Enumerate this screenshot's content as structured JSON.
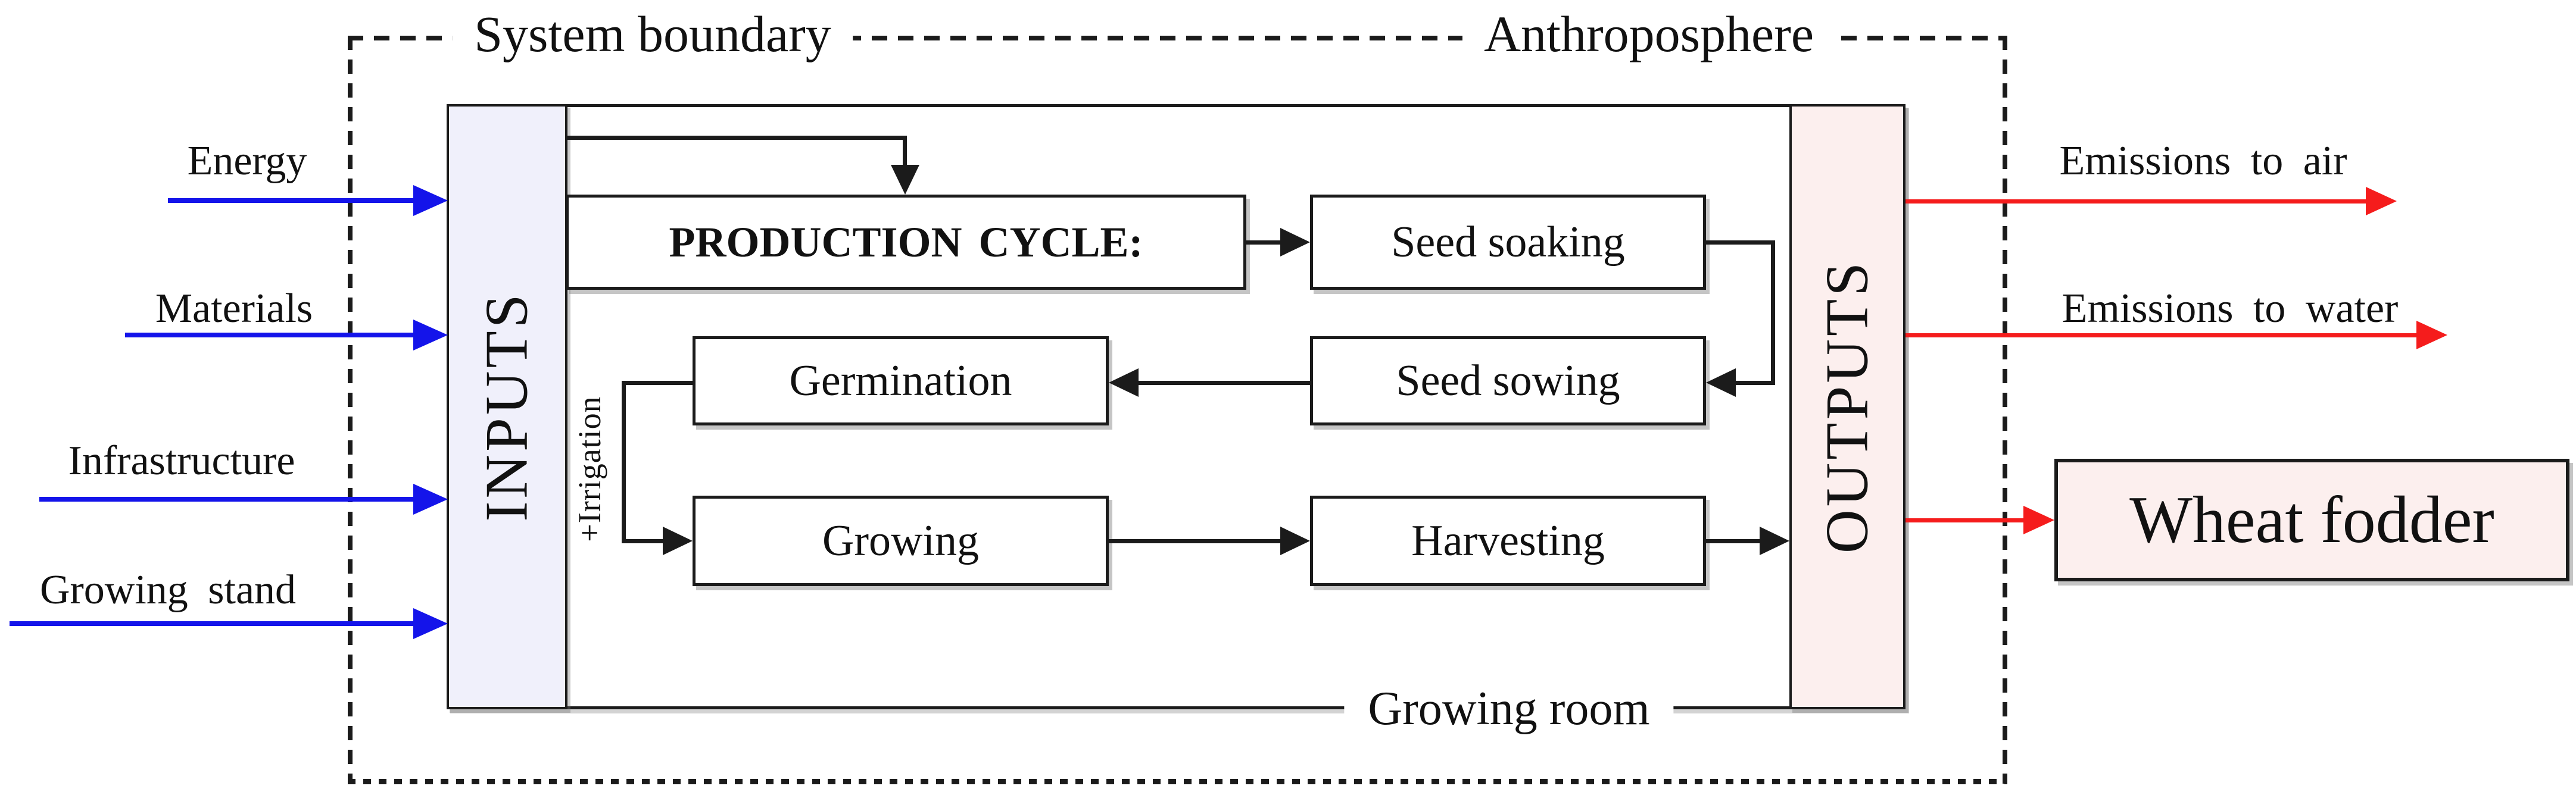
{
  "boundary": {
    "system_boundary": "System boundary",
    "anthroposphere": "Anthroposphere"
  },
  "panels": {
    "inputs": "INPUTS",
    "outputs": "OUTPUTS"
  },
  "input_flows": [
    "Energy",
    "Materials",
    "Infrastructure",
    "Growing stand"
  ],
  "production": {
    "cycle_title": "PRODUCTION CYCLE:",
    "seed_soaking": "Seed soaking",
    "seed_sowing": "Seed sowing",
    "germination": "Germination",
    "growing": "Growing",
    "harvesting": "Harvesting",
    "irrigation_note": "+Irrigation",
    "room": "Growing room"
  },
  "output_flows": {
    "air": "Emissions to air",
    "water": "Emissions to water"
  },
  "product": "Wheat fodder",
  "colors": {
    "inputs_fill": "#f0f0fb",
    "outputs_fill": "#fcefee",
    "product_fill": "#fcefee",
    "input_arrow_blue": "#1414ea",
    "output_arrow_red": "#f51c1c",
    "line_black": "#1b1b1b"
  }
}
